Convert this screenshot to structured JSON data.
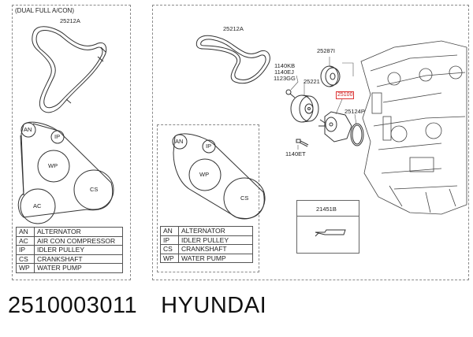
{
  "left_panel": {
    "heading": "(DUAL FULL A/CON)",
    "belt_part": "25212A",
    "pulleys": {
      "an": "AN",
      "ip": "IP",
      "wp": "WP",
      "cs": "CS",
      "ac": "AC"
    },
    "legend": [
      {
        "code": "AN",
        "name": "ALTERNATOR"
      },
      {
        "code": "AC",
        "name": "AIR CON COMPRESSOR"
      },
      {
        "code": "IP",
        "name": "IDLER PULLEY"
      },
      {
        "code": "CS",
        "name": "CRANKSHAFT"
      },
      {
        "code": "WP",
        "name": "WATER PUMP"
      }
    ]
  },
  "right_panel": {
    "belt_part": "25212A",
    "parts": {
      "p25287I": "25287I",
      "p1140KB": "1140KB",
      "p1140EJ": "1140EJ",
      "p1123GG": "1123GG",
      "p25221": "25221",
      "p25100": "25100",
      "p25124P": "25124P",
      "p1140ET": "1140ET",
      "p21451B": "21451B"
    },
    "pulleys": {
      "an": "AN",
      "ip": "IP",
      "wp": "WP",
      "cs": "CS"
    },
    "legend": [
      {
        "code": "AN",
        "name": "ALTERNATOR"
      },
      {
        "code": "IP",
        "name": "IDLER PULLEY"
      },
      {
        "code": "CS",
        "name": "CRANKSHAFT"
      },
      {
        "code": "WP",
        "name": "WATER PUMP"
      }
    ]
  },
  "caption": {
    "part_number": "2510003011",
    "brand": "HYUNDAI"
  },
  "colors": {
    "highlight": "#d33333",
    "line": "#333333"
  }
}
